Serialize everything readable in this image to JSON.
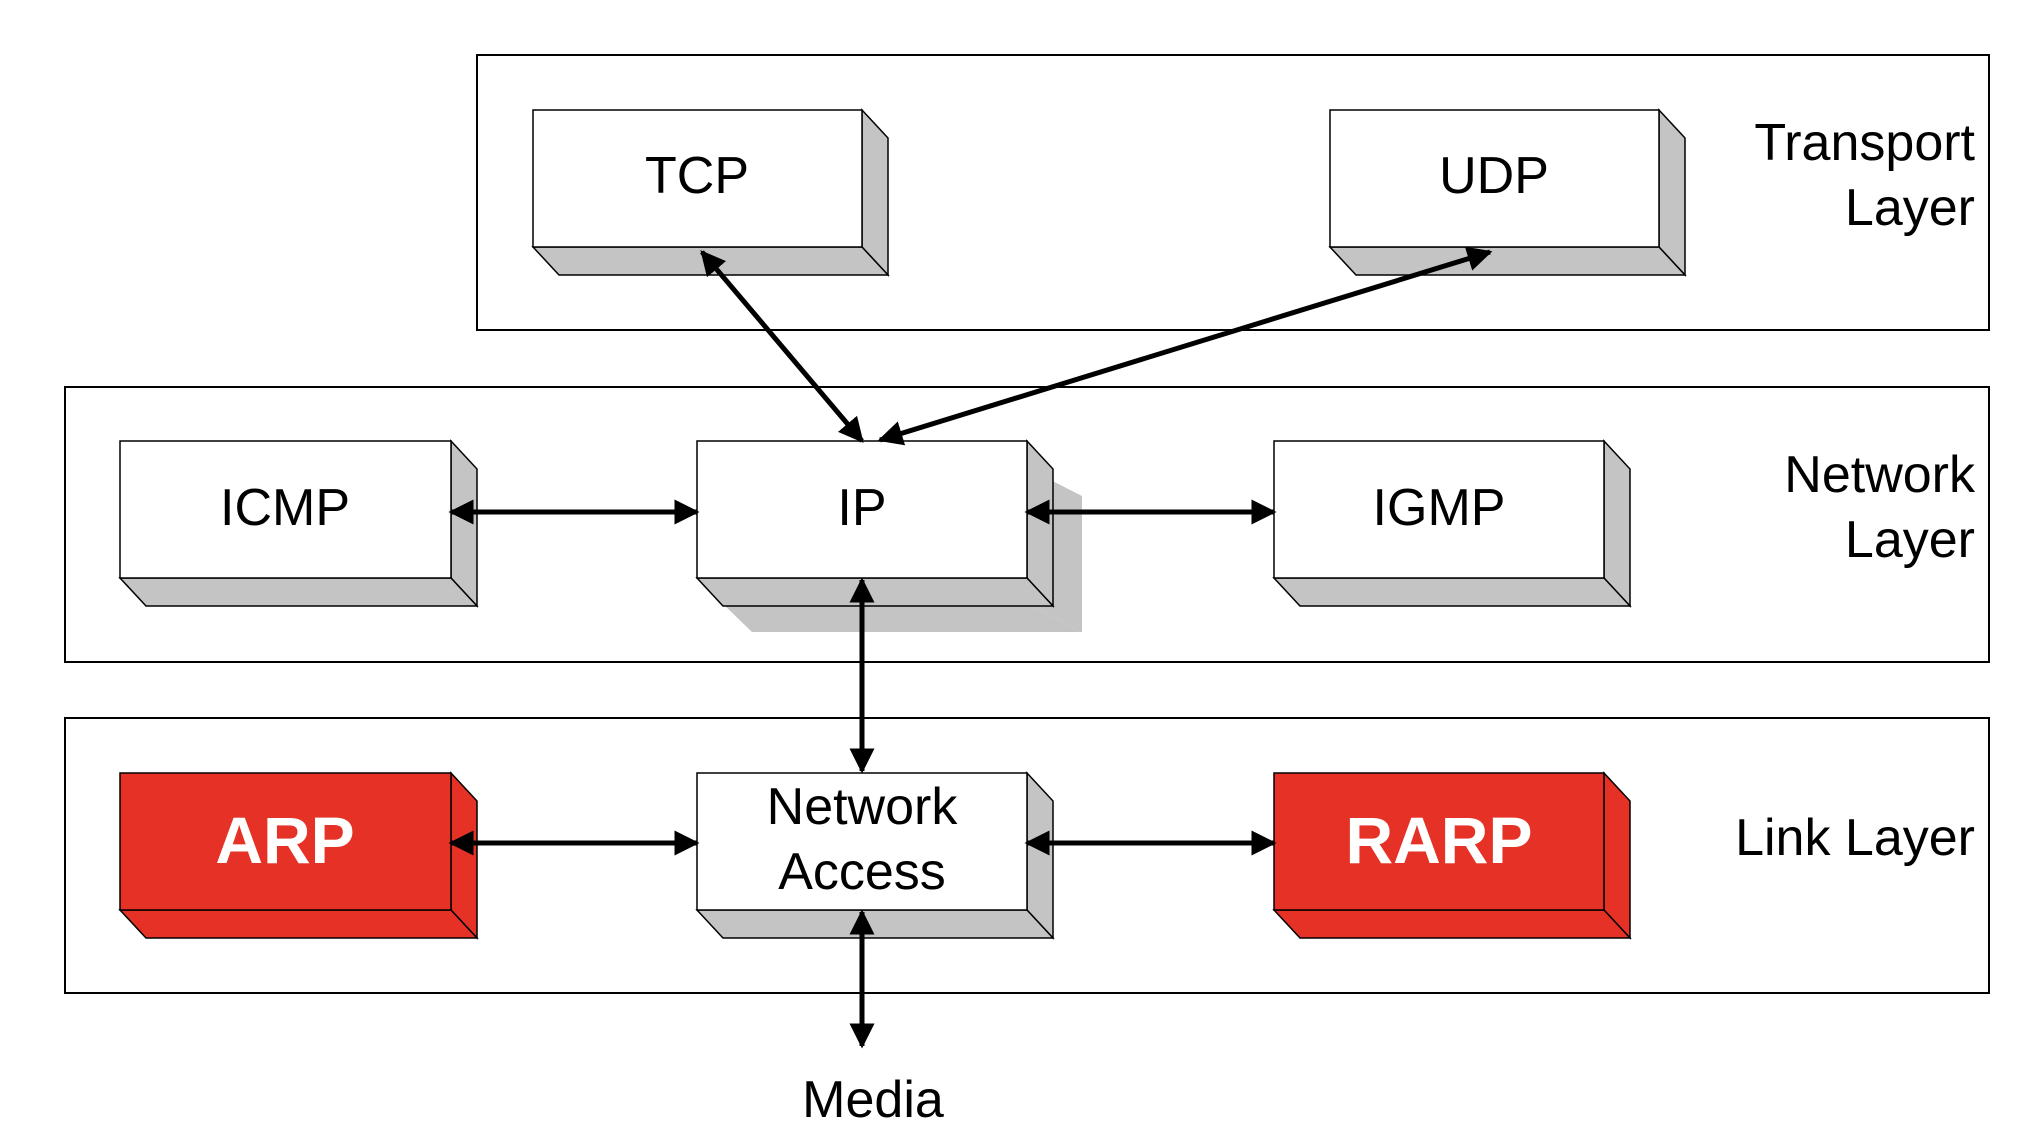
{
  "layers": {
    "transport": {
      "line1": "Transport",
      "line2": "Layer"
    },
    "network": {
      "line1": "Network",
      "line2": "Layer"
    },
    "link": {
      "line1": "Link Layer"
    }
  },
  "boxes": {
    "tcp": "TCP",
    "udp": "UDP",
    "icmp": "ICMP",
    "ip": "IP",
    "igmp": "IGMP",
    "arp": "ARP",
    "network_access": {
      "line1": "Network",
      "line2": "Access"
    },
    "rarp": "RARP"
  },
  "media": "Media",
  "colors": {
    "box_face": "#ffffff",
    "box_shade": "#c4c4c4",
    "highlight": "#e63226",
    "highlight_text": "#ffffff",
    "line": "#000000"
  }
}
